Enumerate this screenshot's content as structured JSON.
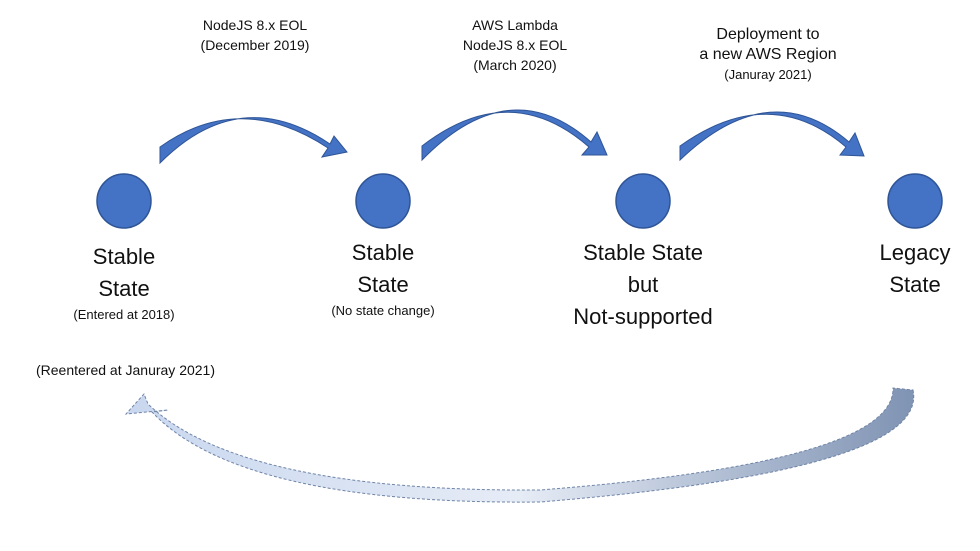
{
  "colors": {
    "node_fill": "#4472c4",
    "node_stroke": "#2f5597",
    "arrow_fill": "#4472c4",
    "return_arrow_light": "#b4c7e7",
    "return_arrow_dark": "#8497b0",
    "text": "#111111"
  },
  "states": [
    {
      "name_line1": "Stable",
      "name_line2": "State",
      "note": "(Entered at 2018)"
    },
    {
      "name_line1": "Stable",
      "name_line2": "State",
      "note": "(No state change)"
    },
    {
      "name_line1": "Stable State",
      "name_line2": "but",
      "name_line3": "Not-supported"
    },
    {
      "name_line1": "Legacy",
      "name_line2": "State"
    }
  ],
  "transitions": [
    {
      "line1": "NodeJS 8.x EOL",
      "line2": "(December 2019)"
    },
    {
      "line1": "AWS Lambda",
      "line2": "NodeJS 8.x EOL",
      "line3": "(March 2020)"
    },
    {
      "line1": "Deployment to",
      "line2": "a new AWS Region",
      "line3": "(Januray 2021)"
    }
  ],
  "return_note": "(Reentered at Januray 2021)"
}
